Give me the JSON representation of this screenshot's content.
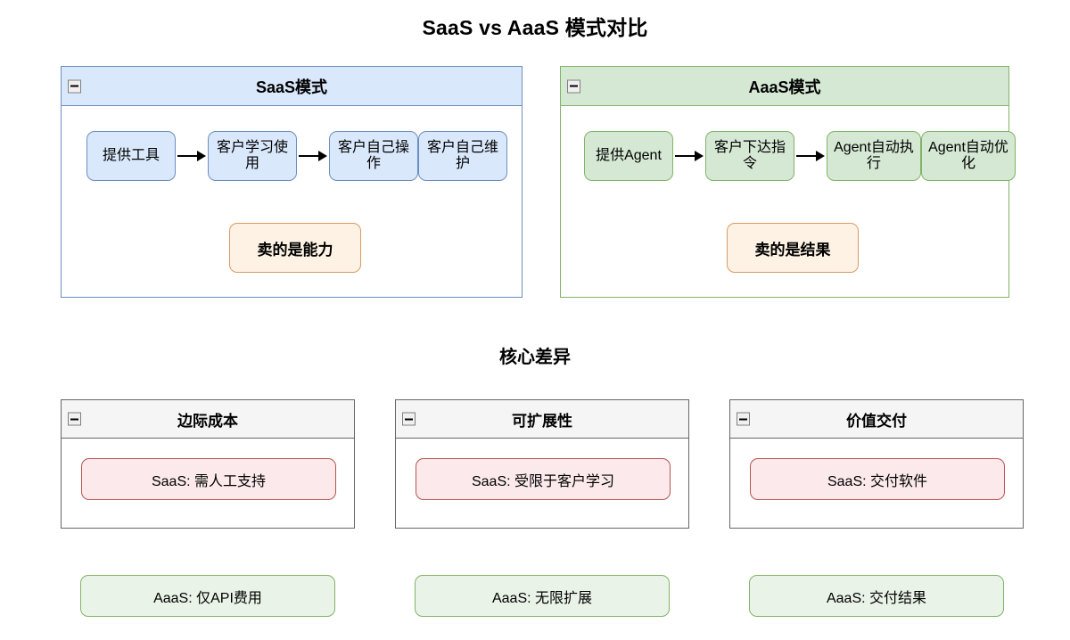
{
  "page": {
    "title": "SaaS vs AaaS 模式对比",
    "section_title": "核心差异"
  },
  "panels": [
    {
      "id": "saas",
      "header": "SaaS模式",
      "collapse_icon": "minus-icon",
      "accent_border": "#6c8ebf",
      "accent_fill": "#dae8fc",
      "steps": [
        {
          "label": "提供工具",
          "arrow_after": true
        },
        {
          "label": "客户学习使用",
          "arrow_after": true
        },
        {
          "label": "客户自己操作",
          "arrow_after": false
        },
        {
          "label": "客户自己维护",
          "arrow_after": false
        }
      ],
      "tagline": "卖的是能力",
      "tagline_border": "#d79b63",
      "tagline_fill": "#fdf2e3"
    },
    {
      "id": "aaas",
      "header": "AaaS模式",
      "collapse_icon": "minus-icon",
      "accent_border": "#82b366",
      "accent_fill": "#d5e8d4",
      "steps": [
        {
          "label": "提供Agent",
          "arrow_after": true
        },
        {
          "label": "客户下达指令",
          "arrow_after": true
        },
        {
          "label": "Agent自动执行",
          "arrow_after": false
        },
        {
          "label": "Agent自动优化",
          "arrow_after": false
        }
      ],
      "tagline": "卖的是结果",
      "tagline_border": "#d79b63",
      "tagline_fill": "#fdf2e3"
    }
  ],
  "differences": [
    {
      "header": "边际成本",
      "collapse_icon": "minus-icon",
      "saas": "SaaS: 需人工支持",
      "aaas": "AaaS: 仅API费用"
    },
    {
      "header": "可扩展性",
      "collapse_icon": "minus-icon",
      "saas": "SaaS: 受限于客户学习",
      "aaas": "AaaS: 无限扩展"
    },
    {
      "header": "价值交付",
      "collapse_icon": "minus-icon",
      "saas": "SaaS: 交付软件",
      "aaas": "AaaS: 交付结果"
    }
  ],
  "colors": {
    "saas_border": "#6c8ebf",
    "saas_fill": "#dae8fc",
    "aaas_border": "#82b366",
    "aaas_fill": "#d5e8d4",
    "tagline_border": "#d79b63",
    "tagline_fill": "#fdf2e3",
    "saas_chip_border": "#b85450",
    "saas_chip_fill": "#fbe9eb",
    "aaas_chip_border": "#82b366",
    "aaas_chip_fill": "#eaf3e7",
    "card_border": "#666666",
    "card_header_fill": "#f5f5f5"
  }
}
